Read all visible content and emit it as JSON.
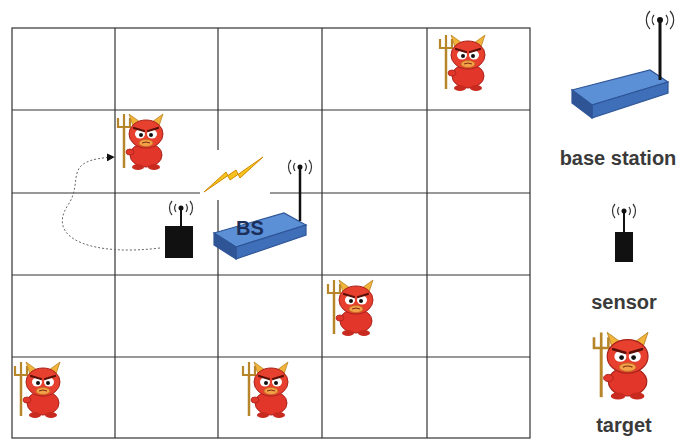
{
  "diagram": {
    "nodes": [
      {
        "text": [
          "BS"
        ]
      }
    ],
    "legend": [
      {
        "text": "base station"
      },
      {
        "text": "sensor"
      },
      {
        "text": "target"
      }
    ]
  }
}
